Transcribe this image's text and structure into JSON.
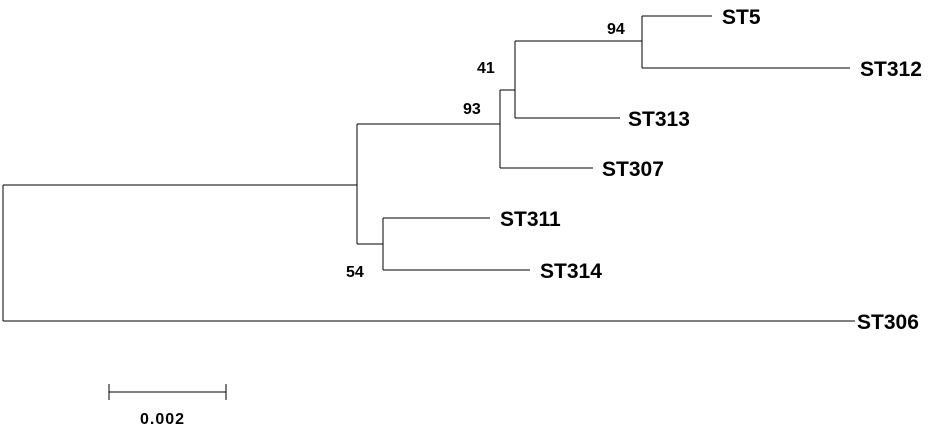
{
  "tree": {
    "taxa": [
      "ST5",
      "ST312",
      "ST313",
      "ST307",
      "ST311",
      "ST314",
      "ST306"
    ],
    "bootstrap_values": [
      "94",
      "41",
      "93",
      "54"
    ],
    "scale_bar_label": "0.002"
  }
}
